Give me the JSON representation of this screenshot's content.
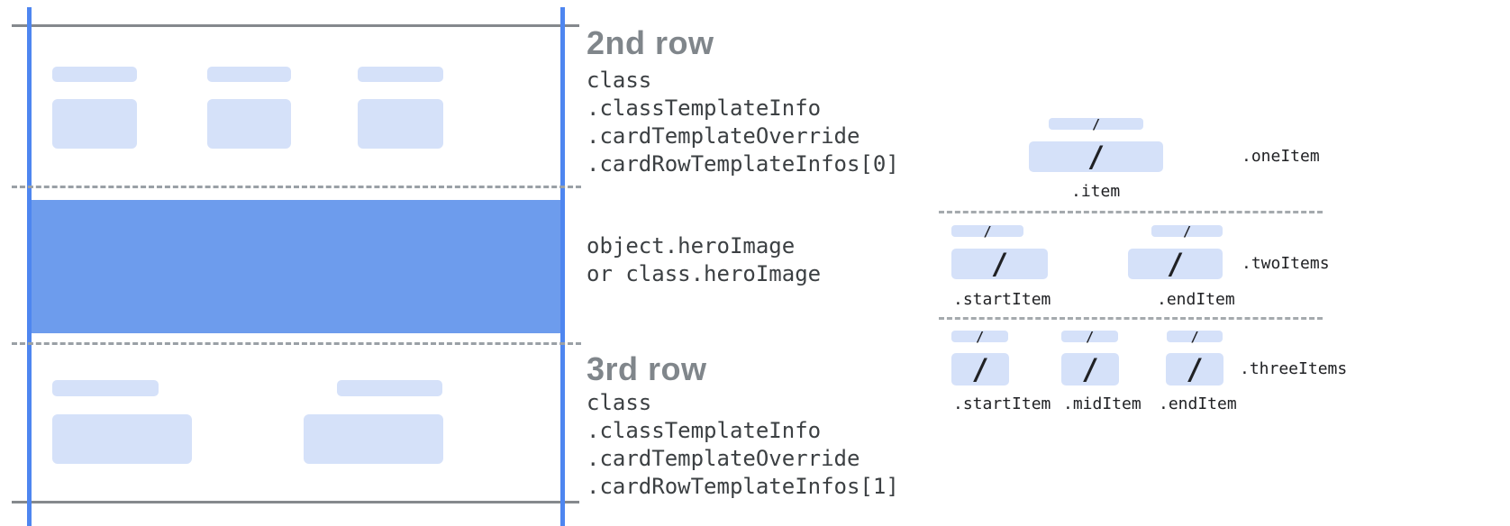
{
  "palette": {
    "guide_blue": "#4e86f0",
    "hero_blue": "#6d9ced",
    "placeholder_blue": "#d5e1f9",
    "rule_gray": "#85898d",
    "dash_gray": "#9aa0a6",
    "heading_gray": "#80868b",
    "code_gray": "#3c4043",
    "slash_dark": "#202124"
  },
  "card": {
    "row2": {
      "heading": "2nd row",
      "code": [
        "class",
        ".classTemplateInfo",
        ".cardTemplateOverride",
        ".cardRowTemplateInfos[0]"
      ]
    },
    "hero": {
      "code": [
        "object.heroImage",
        "or class.heroImage"
      ]
    },
    "row3": {
      "heading": "3rd row",
      "code": [
        "class",
        ".classTemplateInfo",
        ".cardTemplateOverride",
        ".cardRowTemplateInfos[1]"
      ]
    }
  },
  "diagram": {
    "slash": "/",
    "one": {
      "group_label": ".oneItem",
      "item_label": ".item"
    },
    "two": {
      "group_label": ".twoItems",
      "start_label": ".startItem",
      "end_label": ".endItem"
    },
    "three": {
      "group_label": ".threeItems",
      "start_label": ".startItem",
      "mid_label": ".midItem",
      "end_label": ".endItem"
    }
  }
}
